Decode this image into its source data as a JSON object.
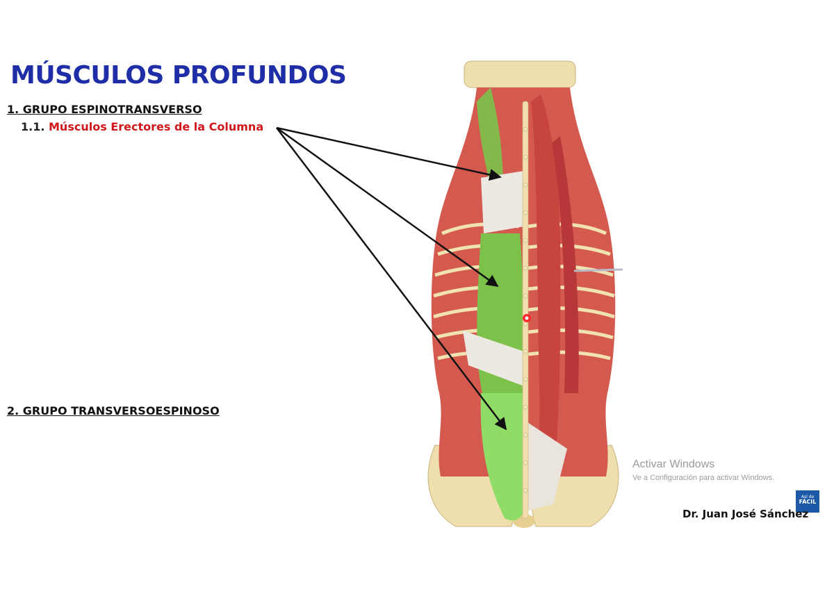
{
  "slide": {
    "title": "MÚSCULOS PROFUNDOS",
    "group1": "1. GRUPO ESPINOTRANSVERSO",
    "subitem_number": "1.1.",
    "subitem_label": "Músculos Erectores de la Columna",
    "group2": "2. GRUPO TRANSVERSOESPINOSO",
    "author": "Dr. Juan José Sánchez"
  },
  "watermark": {
    "line1": "Activar Windows",
    "line2": "Ve a Configuración para activar Windows."
  },
  "logo": {
    "line1": "Así de",
    "line2": "FÁCIL"
  },
  "colors": {
    "title": "#1f2ea6",
    "highlight": "#d0181c",
    "muscle_green": "#7cc24a",
    "muscle_red": "#c8443e",
    "bone": "#efdfae"
  }
}
